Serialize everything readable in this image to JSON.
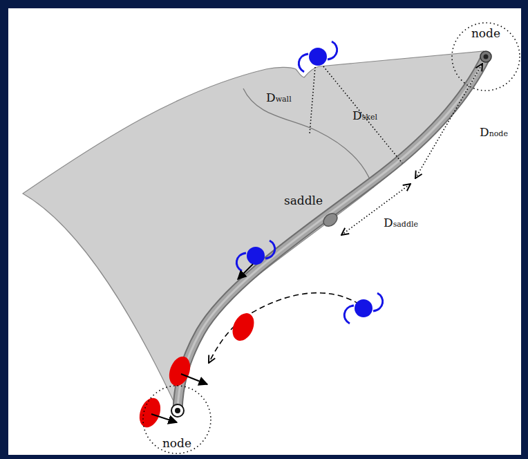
{
  "diagram": {
    "nodes": [
      {
        "text": [
          "node"
        ]
      },
      {
        "text": [
          "node"
        ]
      }
    ],
    "labels": [
      "Dwall",
      "Dskel",
      "Dnode",
      "saddle",
      "Dsaddle"
    ]
  }
}
